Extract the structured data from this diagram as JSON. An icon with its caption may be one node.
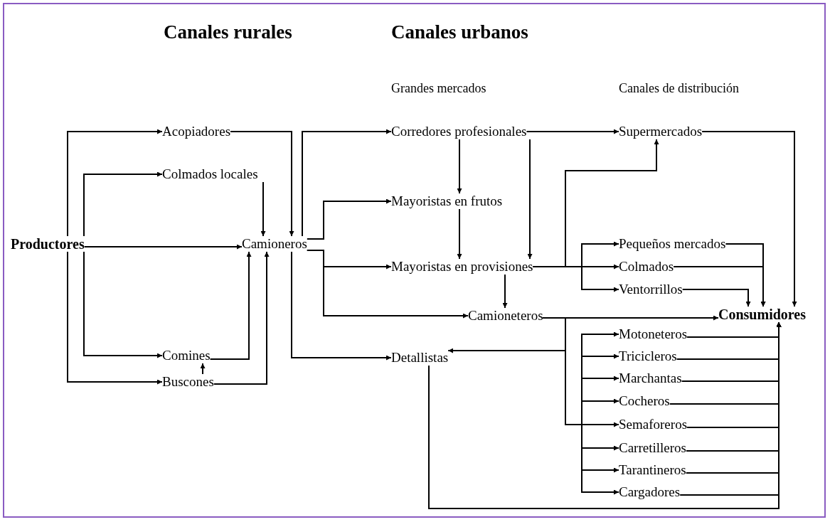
{
  "diagram": {
    "nodes": [
      {
        "text": [
          "Productores"
        ]
      },
      {
        "text": [
          "Acopiadores"
        ]
      },
      {
        "text": [
          "Colmados locales"
        ]
      },
      {
        "text": [
          "Camioneros"
        ]
      },
      {
        "text": [
          "Comines"
        ]
      },
      {
        "text": [
          "Buscones"
        ]
      },
      {
        "text": [
          "Corredores profesionales"
        ]
      },
      {
        "text": [
          "Mayoristas en frutos"
        ]
      },
      {
        "text": [
          "Mayoristas en provisiones"
        ]
      },
      {
        "text": [
          "Camioneteros"
        ]
      },
      {
        "text": [
          "Detallistas"
        ]
      },
      {
        "text": [
          "Supermercados"
        ]
      },
      {
        "text": [
          "Pequeños mercados"
        ]
      },
      {
        "text": [
          "Colmados"
        ]
      },
      {
        "text": [
          "Ventorrillos"
        ]
      },
      {
        "text": [
          "Consumidores"
        ]
      },
      {
        "text": [
          "Motoneteros"
        ]
      },
      {
        "text": [
          "Tricicleros"
        ]
      },
      {
        "text": [
          "Marchantas"
        ]
      },
      {
        "text": [
          "Cocheros"
        ]
      },
      {
        "text": [
          "Semaforeros"
        ]
      },
      {
        "text": [
          "Carretilleros"
        ]
      },
      {
        "text": [
          "Tarantineros"
        ]
      },
      {
        "text": [
          "Cargadores"
        ]
      }
    ],
    "edges": [
      {
        "from": 0,
        "to": 1,
        "arrow": "to"
      },
      {
        "from": 0,
        "to": 2,
        "arrow": "to"
      },
      {
        "from": 0,
        "to": 3,
        "arrow": "to"
      },
      {
        "from": 0,
        "to": 4,
        "arrow": "to"
      },
      {
        "from": 0,
        "to": 5,
        "arrow": "to"
      },
      {
        "from": 1,
        "to": 3,
        "arrow": "to"
      },
      {
        "from": 2,
        "to": 3,
        "arrow": "to"
      },
      {
        "from": 4,
        "to": 3,
        "arrow": "to"
      },
      {
        "from": 5,
        "to": 3,
        "arrow": "to"
      },
      {
        "from": 5,
        "to": 4,
        "arrow": "to"
      },
      {
        "from": 3,
        "to": 6,
        "arrow": "to"
      },
      {
        "from": 3,
        "to": 7,
        "arrow": "to"
      },
      {
        "from": 3,
        "to": 8,
        "arrow": "to"
      },
      {
        "from": 3,
        "to": 9,
        "arrow": "to"
      },
      {
        "from": 3,
        "to": 10,
        "arrow": "to"
      },
      {
        "from": 6,
        "to": 7,
        "arrow": "to"
      },
      {
        "from": 7,
        "to": 8,
        "arrow": "to"
      },
      {
        "from": 6,
        "to": 8,
        "arrow": "to"
      },
      {
        "from": 8,
        "to": 9,
        "arrow": "to"
      },
      {
        "from": 6,
        "to": 11,
        "arrow": "to"
      },
      {
        "from": 8,
        "to": 11,
        "arrow": "to"
      },
      {
        "from": 8,
        "to": 12,
        "arrow": "to"
      },
      {
        "from": 8,
        "to": 13,
        "arrow": "to"
      },
      {
        "from": 8,
        "to": 14,
        "arrow": "to"
      },
      {
        "from": 9,
        "to": 15,
        "arrow": "to"
      },
      {
        "from": 9,
        "to": 10,
        "arrow": "to"
      },
      {
        "from": 9,
        "to": 16,
        "arrow": "to"
      },
      {
        "from": 9,
        "to": 17,
        "arrow": "to"
      },
      {
        "from": 9,
        "to": 18,
        "arrow": "to"
      },
      {
        "from": 9,
        "to": 19,
        "arrow": "to"
      },
      {
        "from": 9,
        "to": 20,
        "arrow": "to"
      },
      {
        "from": 9,
        "to": 21,
        "arrow": "to"
      },
      {
        "from": 9,
        "to": 22,
        "arrow": "to"
      },
      {
        "from": 9,
        "to": 23,
        "arrow": "to"
      },
      {
        "from": 11,
        "to": 15,
        "arrow": "to"
      },
      {
        "from": 12,
        "to": 15,
        "arrow": "to"
      },
      {
        "from": 13,
        "to": 15,
        "arrow": "to"
      },
      {
        "from": 14,
        "to": 15,
        "arrow": "to"
      },
      {
        "from": 16,
        "to": 15,
        "arrow": "to"
      },
      {
        "from": 17,
        "to": 15,
        "arrow": "to"
      },
      {
        "from": 18,
        "to": 15,
        "arrow": "to"
      },
      {
        "from": 19,
        "to": 15,
        "arrow": "to"
      },
      {
        "from": 20,
        "to": 15,
        "arrow": "to"
      },
      {
        "from": 21,
        "to": 15,
        "arrow": "to"
      },
      {
        "from": 22,
        "to": 15,
        "arrow": "to"
      },
      {
        "from": 23,
        "to": 15,
        "arrow": "to"
      },
      {
        "from": 10,
        "to": 15,
        "arrow": "to"
      }
    ],
    "labels": [
      "Canales rurales",
      "Canales urbanos",
      "Grandes mercados",
      "Canales de distribución"
    ]
  }
}
